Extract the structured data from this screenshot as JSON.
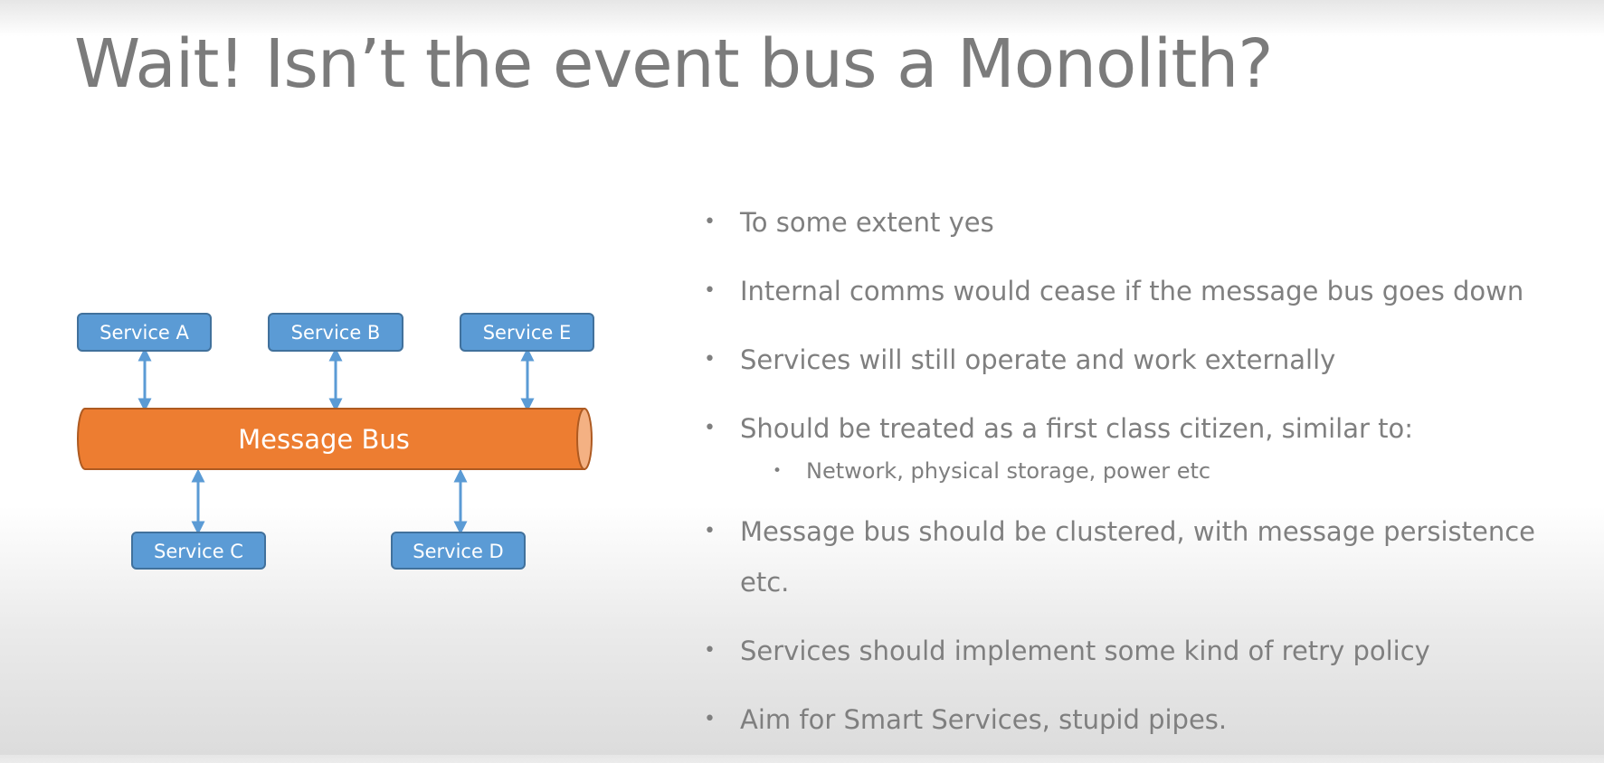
{
  "title": "Wait! Isn’t the event bus a Monolith?",
  "diagram": {
    "bus_label": "Message Bus",
    "services_top": [
      "Service A",
      "Service B",
      "Service E"
    ],
    "services_bottom": [
      "Service C",
      "Service D"
    ],
    "colors": {
      "service_fill": "#5b9bd5",
      "service_stroke": "#41719c",
      "bus_fill": "#ed7d31",
      "bus_stroke": "#ae5a21",
      "bus_end": "#f4b183",
      "arrow": "#5b9bd5"
    }
  },
  "bullets": [
    {
      "text": "To some extent yes",
      "level": 1
    },
    {
      "text": "Internal comms would cease if the message bus goes down",
      "level": 1
    },
    {
      "text": "Services will still operate and work externally",
      "level": 1
    },
    {
      "text": "Should be treated as a first class citizen, similar to:",
      "level": 1
    },
    {
      "text": "Network, physical storage, power etc",
      "level": 2
    },
    {
      "text": "Message bus should be clustered, with message persistence etc.",
      "level": 1
    },
    {
      "text": "Services should implement some kind of retry policy",
      "level": 1
    },
    {
      "text": "Aim for Smart Services, stupid pipes.",
      "level": 1
    }
  ]
}
